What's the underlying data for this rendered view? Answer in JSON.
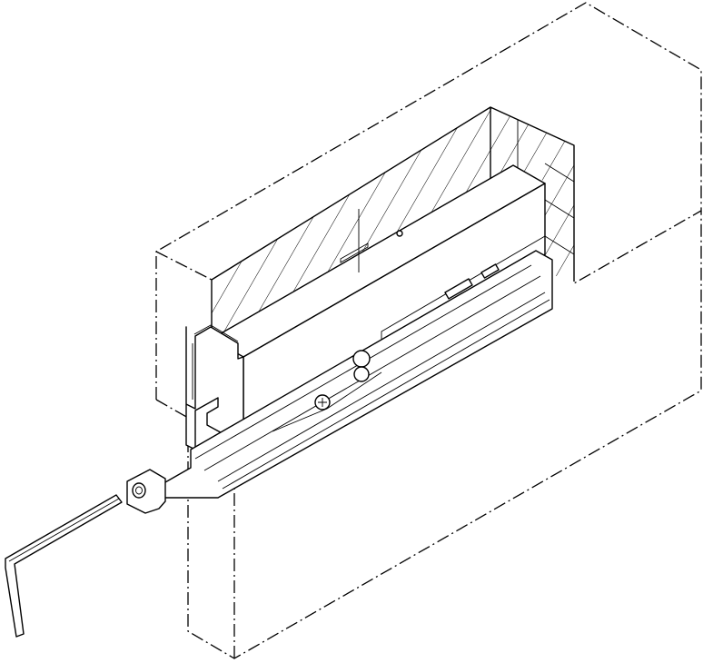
{
  "diagram": {
    "labels": [],
    "colors": {
      "line": "#000000",
      "background": "#ffffff"
    },
    "parts": [
      "ceiling-outline",
      "door-leaf-outline",
      "brick-wall-section",
      "closer-body",
      "slide-rail",
      "arm-end-cap",
      "hex-key"
    ]
  }
}
